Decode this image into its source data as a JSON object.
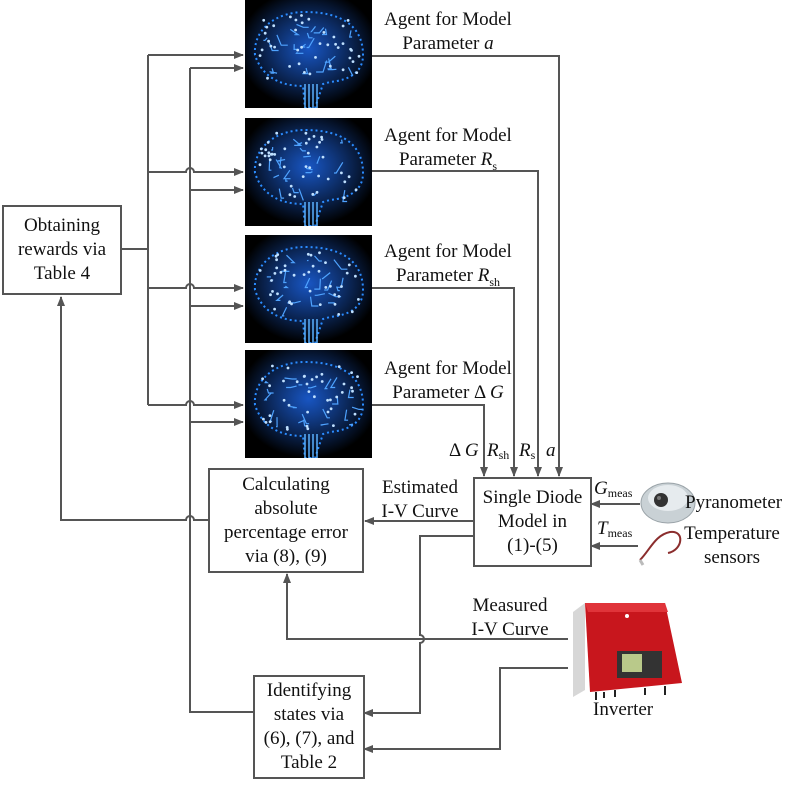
{
  "agents": [
    {
      "title_line1": "Agent for Model",
      "title_prefix": "Parameter ",
      "symbol": "a",
      "subscript": "",
      "delta": ""
    },
    {
      "title_line1": "Agent for Model",
      "title_prefix": "Parameter ",
      "symbol": "R",
      "subscript": "s",
      "delta": ""
    },
    {
      "title_line1": "Agent for Model",
      "title_prefix": "Parameter ",
      "symbol": "R",
      "subscript": "sh",
      "delta": ""
    },
    {
      "title_line1": "Agent for Model",
      "title_prefix": "Parameter ",
      "symbol": "G",
      "subscript": "",
      "delta": "Δ"
    }
  ],
  "rewards_box": {
    "lines": [
      "Obtaining",
      "rewards via",
      "Table 4"
    ]
  },
  "calc_box": {
    "lines": [
      "Calculating",
      "absolute",
      "percentage error",
      "via (8), (9)"
    ]
  },
  "diode_box": {
    "lines": [
      "Single Diode",
      "Model in",
      "(1)-(5)"
    ]
  },
  "states_box": {
    "lines": [
      "Identifying",
      "states via",
      "(6), (7), and",
      "Table 2"
    ]
  },
  "param_inputs": [
    {
      "delta": "Δ",
      "symbol": "G",
      "subscript": ""
    },
    {
      "delta": "",
      "symbol": "R",
      "subscript": "sh"
    },
    {
      "delta": "",
      "symbol": "R",
      "subscript": "s"
    },
    {
      "delta": "",
      "symbol": "a",
      "subscript": ""
    }
  ],
  "estimated_curve": {
    "line1": "Estimated",
    "line2": "I-V Curve"
  },
  "measured_curve": {
    "line1": "Measured",
    "line2": "I-V Curve"
  },
  "g_meas": {
    "symbol": "G",
    "subscript": "meas"
  },
  "t_meas": {
    "symbol": "T",
    "subscript": "meas"
  },
  "pyranometer": {
    "label": "Pyranometer"
  },
  "temperature": {
    "line1": "Temperature",
    "line2": "sensors"
  },
  "inverter": {
    "label": "Inverter"
  },
  "colors": {
    "line": "#555555",
    "inverter_red": "#c8161d",
    "brain_blue": "#2b8cff"
  }
}
